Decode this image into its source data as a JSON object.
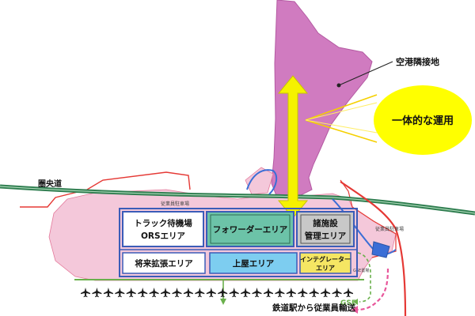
{
  "labels": {
    "adjacent_land": "空港隣接地",
    "integrated_ops": "一体的な運用",
    "ken_o_do": "圏央道",
    "employee_parking": "従業員駐車場",
    "employee_parking_right": "従業員駐車場",
    "gse_parking": "GSE置場",
    "gse": "GSE",
    "rail_transport": "鉄道駅から従業員輸送"
  },
  "zones": {
    "truck": {
      "line1": "トラック待機場",
      "line2": "ORSエリア"
    },
    "forwarder": {
      "label": "フォワーダーエリア"
    },
    "facility": {
      "line1": "諸施設",
      "line2": "管理エリア"
    },
    "future": {
      "label": "将来拡張エリア"
    },
    "shelter": {
      "label": "上屋エリア"
    },
    "integrator": {
      "line1": "インテグレーター",
      "line2": "エリア"
    }
  },
  "colors": {
    "adjacent": "#d07bc0",
    "site": "#f4c8da",
    "forwarder": "#6cc3a8",
    "facility": "#c8c8c8",
    "shelter": "#7dcdf0",
    "integrator": "#f5e663",
    "highway": "#2e7d4f",
    "rail": "#e53935",
    "zone_border": "#3b5cb8",
    "arrow": "#f5f200",
    "callout": "#ffff00",
    "apron_line": "#6ab04c",
    "gse": "#e8569a"
  },
  "icons": {
    "aircraft": "airplane-icon",
    "count": 24
  }
}
